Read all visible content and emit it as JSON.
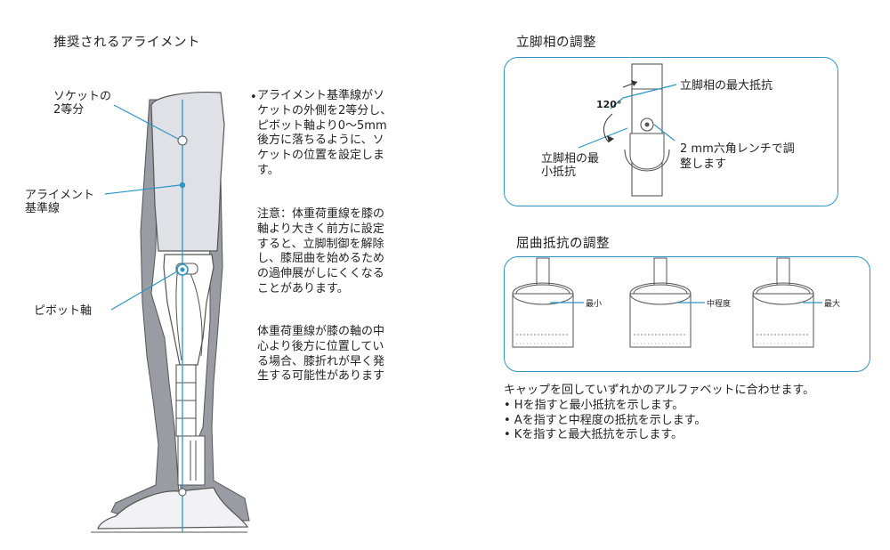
{
  "left": {
    "heading": "推奨されるアライメント",
    "label_socket": [
      "ソケットの",
      "2等分"
    ],
    "label_alignment": [
      "アライメント",
      "基準線"
    ],
    "label_pivot": "ピボット軸",
    "bullet_lines": [
      "アライメント基準線がソ",
      "ケットの外側を2等分し、",
      "ピボット軸より0〜5mm",
      "後方に落ちるように、ソ",
      "ケットの位置を設定しま",
      "す。"
    ],
    "note_lines": [
      "注意：体重荷重線を膝の",
      "軸より大きく前方に設定",
      "すると、立脚制御を解除",
      "し、膝屈曲を始めるため",
      "の過伸展がしにくくなる",
      "ことがあります。"
    ],
    "extra_lines": [
      "体重荷重線が膝の軸の中",
      "心より後方に位置してい",
      "る場合、膝折れが早く発",
      "生する可能性があります"
    ]
  },
  "stance": {
    "heading": "立脚相の調整",
    "angle": "120°",
    "max_label": "立脚相の最大抵抗",
    "min_label": [
      "立脚相の最",
      "小抵抗"
    ],
    "wrench_label": [
      "2 mm六角レンチで調",
      "整します"
    ]
  },
  "flexion": {
    "heading": "屈曲抵抗の調整",
    "dial_labels": [
      "最小",
      "中程度",
      "最大"
    ],
    "instructions": [
      "キャップを回していずれかのアルファベットに合わせます。",
      "•  Hを指すと最小抵抗を示します。",
      "•  Aを指すと中程度の抵抗を示します。",
      "•  Kを指すと最大抵抗を示します。"
    ]
  },
  "colors": {
    "accent": "#2b95c8",
    "line_art": "#555555",
    "socket_fill": "#dfe1e6",
    "shell_fill": "#9a9ca4"
  },
  "icons": [
    "prosthetic-leg-illustration",
    "stance-adjust-illustration",
    "dial-min-illustration",
    "dial-mid-illustration",
    "dial-max-illustration"
  ]
}
